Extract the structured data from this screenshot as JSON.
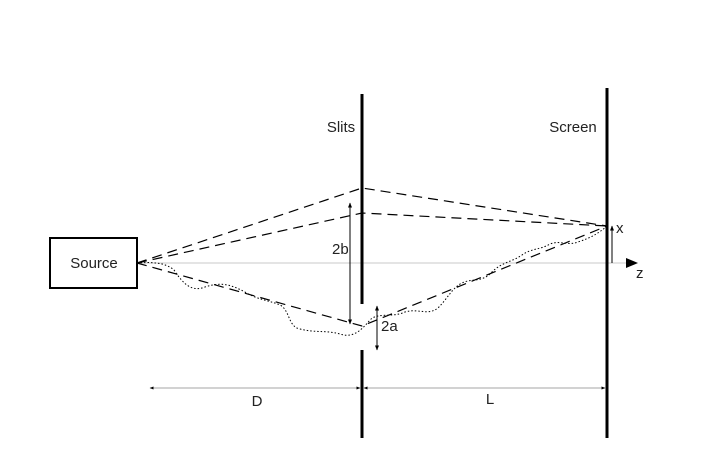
{
  "diagram": {
    "source_label": "Source",
    "slits_label": "Slits",
    "screen_label": "Screen",
    "slit_separation_label": "2b",
    "slit_width_label": "2a",
    "source_to_slits_label": "D",
    "slits_to_screen_label": "L",
    "screen_coordinate_label": "x",
    "optical_axis_label": "z"
  },
  "colors": {
    "line": "#000000",
    "axis": "#bbbbbb",
    "dimension": "#666666"
  }
}
